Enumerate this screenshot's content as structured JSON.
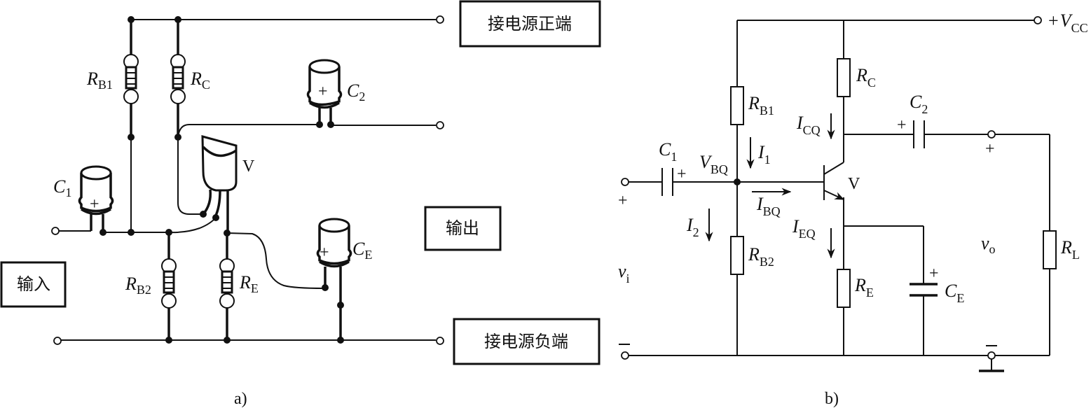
{
  "figure_a": {
    "caption": "a)",
    "boxes": {
      "power_positive": "接电源正端",
      "power_negative": "接电源负端",
      "output": "输出",
      "input": "输入"
    },
    "labels": {
      "rb1": {
        "main": "R",
        "sub": "B1"
      },
      "rc": {
        "main": "R",
        "sub": "C"
      },
      "c2": {
        "main": "C",
        "sub": "2"
      },
      "c1": {
        "main": "C",
        "sub": "1"
      },
      "transistor": "V",
      "rb2": {
        "main": "R",
        "sub": "B2"
      },
      "re": {
        "main": "R",
        "sub": "E"
      },
      "ce": {
        "main": "C",
        "sub": "E"
      },
      "plus": "+"
    }
  },
  "figure_b": {
    "caption": "b)",
    "labels": {
      "vcc": {
        "prefix": "+",
        "main": "V",
        "sub": "CC"
      },
      "rc": {
        "main": "R",
        "sub": "C"
      },
      "rb1": {
        "main": "R",
        "sub": "B1"
      },
      "icq": {
        "main": "I",
        "sub": "CQ"
      },
      "c2": {
        "main": "C",
        "sub": "2"
      },
      "c1": {
        "main": "C",
        "sub": "1"
      },
      "vbq": {
        "main": "V",
        "sub": "BQ"
      },
      "i1": {
        "main": "I",
        "sub": "1"
      },
      "transistor": "V",
      "ibq": {
        "main": "I",
        "sub": "BQ"
      },
      "i2": {
        "main": "I",
        "sub": "2"
      },
      "ieq": {
        "main": "I",
        "sub": "EQ"
      },
      "rb2": {
        "main": "R",
        "sub": "B2"
      },
      "vi": {
        "main": "v",
        "sub": "i"
      },
      "re": {
        "main": "R",
        "sub": "E"
      },
      "ce": {
        "main": "C",
        "sub": "E"
      },
      "vo": {
        "main": "v",
        "sub": "o"
      },
      "rl": {
        "main": "R",
        "sub": "L"
      },
      "plus": "+",
      "minus": "−"
    }
  }
}
